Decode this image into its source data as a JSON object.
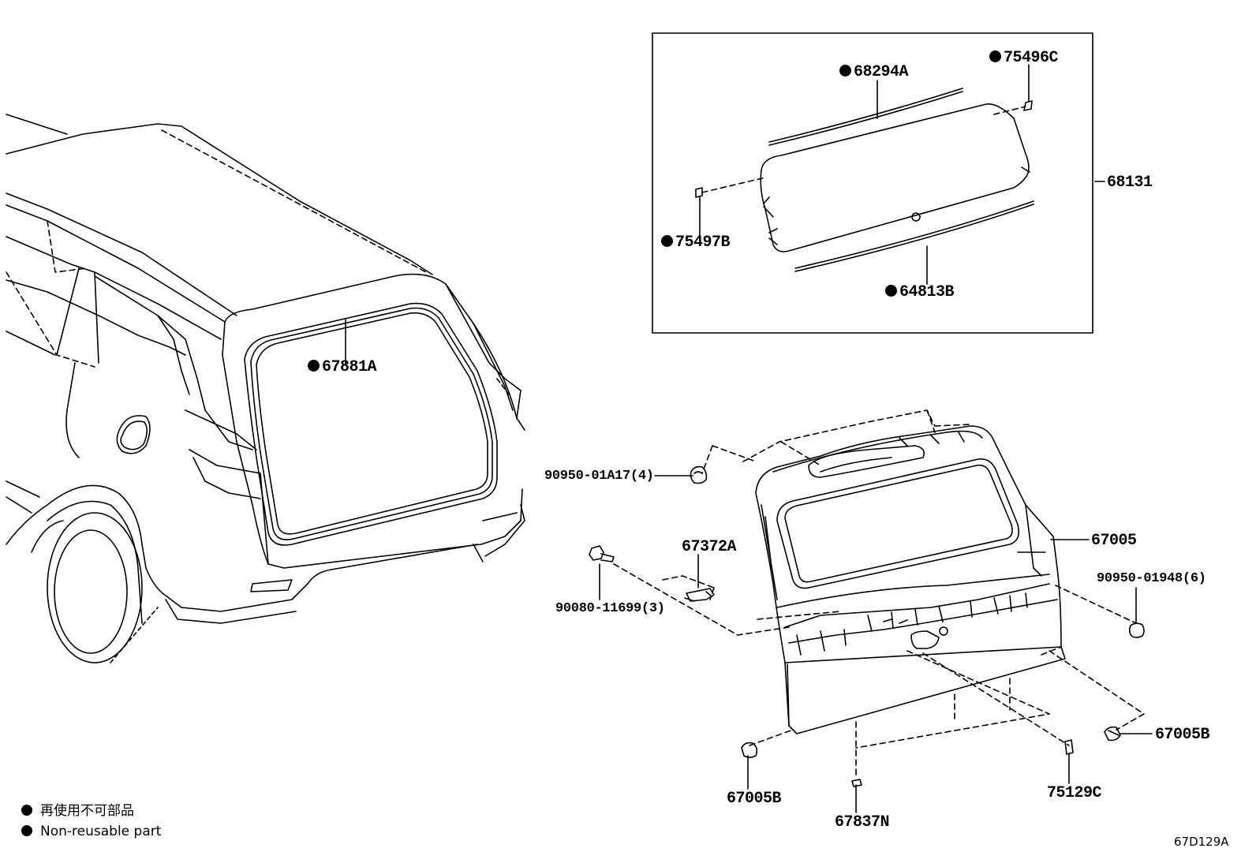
{
  "diagram": {
    "parts": {
      "p67881A": "67881A",
      "p68294A": "68294A",
      "p75496C": "75496C",
      "p68131": "68131",
      "p75497B": "75497B",
      "p64813B": "64813B",
      "p90950_01A17": "90950-01A17(4)",
      "p67372A": "67372A",
      "p67005": "67005",
      "p90080_11699": "90080-11699(3)",
      "p90950_01948": "90950-01948(6)",
      "p67005B_right": "67005B",
      "p67005B_left": "67005B",
      "p75129C": "75129C",
      "p67837N": "67837N"
    },
    "legend": {
      "japanese": "再使用不可部品",
      "english": "Non-reusable part"
    },
    "figure_code": "67D129A"
  }
}
